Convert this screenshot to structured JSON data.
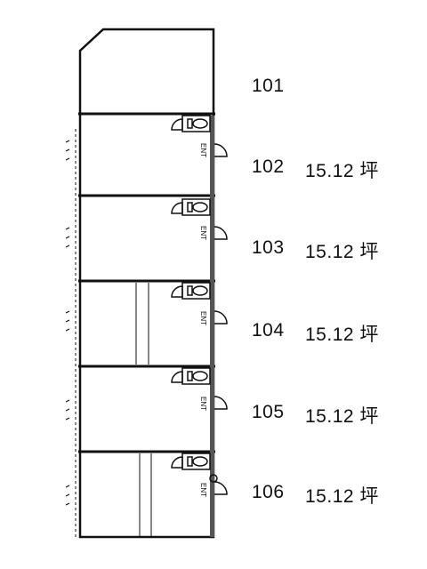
{
  "units": [
    {
      "number": "101",
      "area": ""
    },
    {
      "number": "102",
      "area": "15.12 坪"
    },
    {
      "number": "103",
      "area": "15.12 坪"
    },
    {
      "number": "104",
      "area": "15.12 坪"
    },
    {
      "number": "105",
      "area": "15.12 坪"
    },
    {
      "number": "106",
      "area": "15.12 坪"
    }
  ],
  "entrance_mark": "ENT"
}
